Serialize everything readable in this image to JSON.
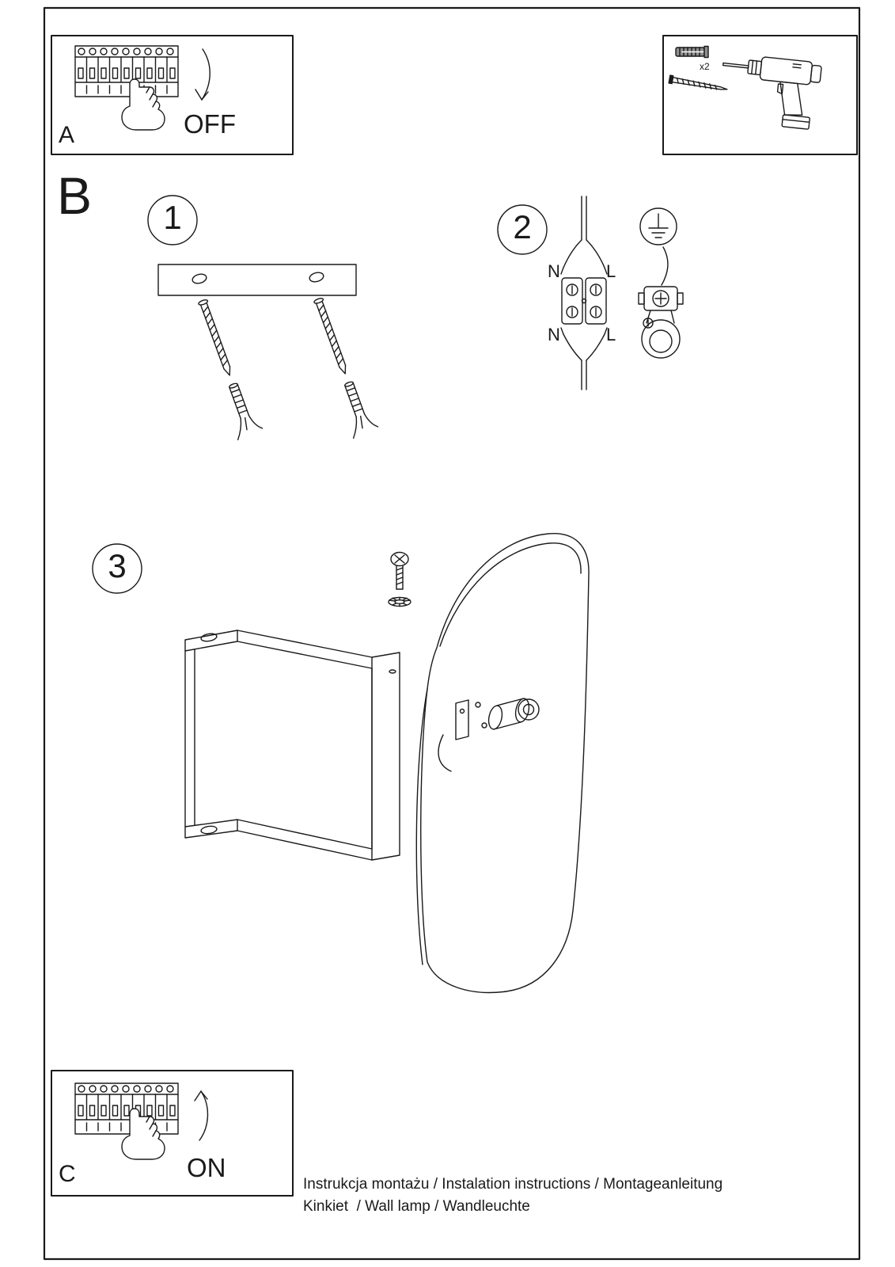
{
  "panel_a": {
    "label": "A",
    "action_label": "OFF"
  },
  "panel_c": {
    "label": "C",
    "action_label": "ON"
  },
  "hardware_box": {
    "plug_count_label": "x2"
  },
  "section_b_label": "B",
  "steps": {
    "s1": "1",
    "s2": "2",
    "s3": "3"
  },
  "wiring_labels": {
    "top_n": "N",
    "top_l": "L",
    "bottom_n": "N",
    "bottom_l": "L"
  },
  "footer": {
    "line1": "Instrukcja montażu / Instalation instructions / Montageanleitung",
    "line2": "Kinkiet  / Wall lamp / Wandleuchte"
  }
}
